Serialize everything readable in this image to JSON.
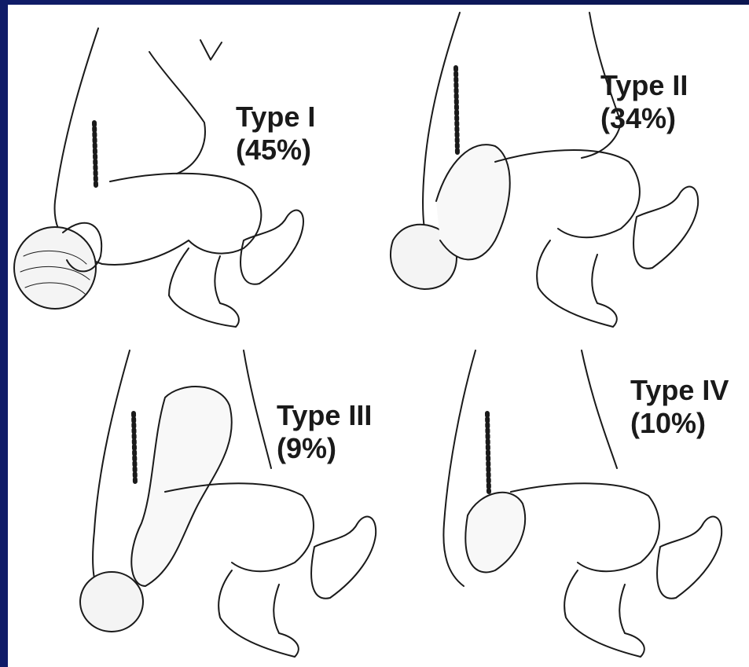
{
  "panels": [
    {
      "type_label": "Type I",
      "percent_label": "(45%)"
    },
    {
      "type_label": "Type II",
      "percent_label": "(34%)"
    },
    {
      "type_label": "Type III",
      "percent_label": "(9%)"
    },
    {
      "type_label": "Type IV",
      "percent_label": "(10%)"
    }
  ],
  "colors": {
    "background": "#0d1a5e",
    "panel": "#ffffff",
    "ink": "#1a1a1a"
  }
}
